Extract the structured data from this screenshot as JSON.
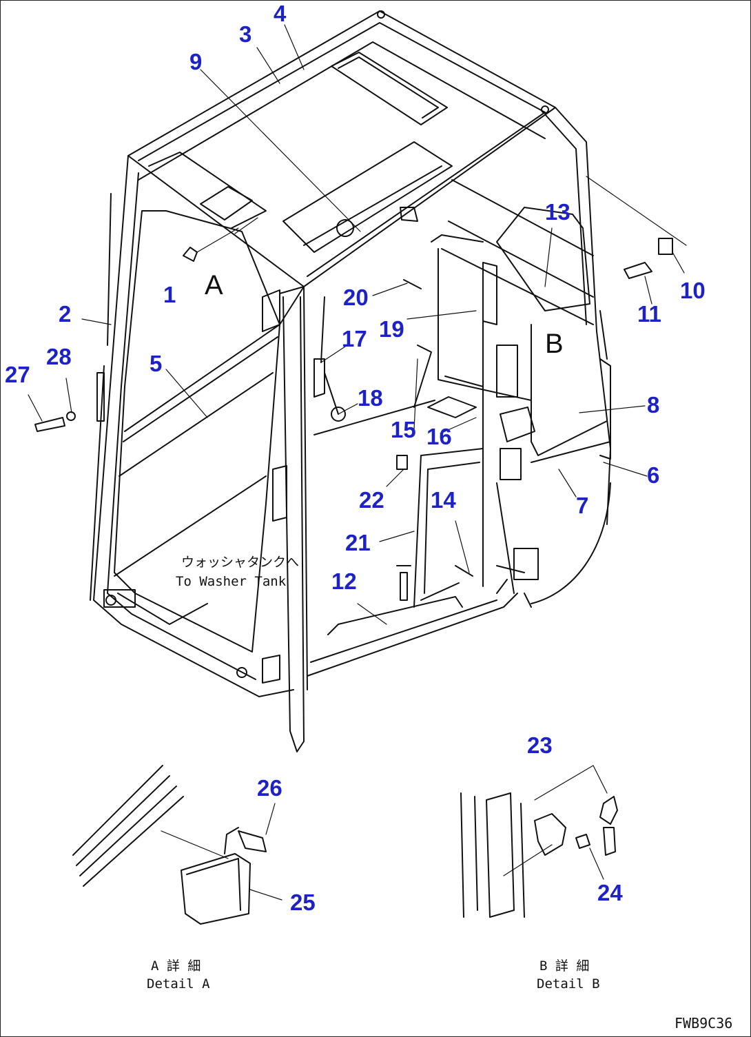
{
  "callouts": {
    "c1": "1",
    "c2": "2",
    "c3": "3",
    "c4": "4",
    "c5": "5",
    "c6": "6",
    "c7": "7",
    "c8": "8",
    "c9": "9",
    "c10": "10",
    "c11": "11",
    "c12": "12",
    "c13": "13",
    "c14": "14",
    "c15": "15",
    "c16": "16",
    "c17": "17",
    "c18": "18",
    "c19": "19",
    "c20": "20",
    "c21": "21",
    "c22": "22",
    "c23": "23",
    "c24": "24",
    "c25": "25",
    "c26": "26",
    "c27": "27",
    "c28": "28"
  },
  "view_letters": {
    "a": "A",
    "b": "B"
  },
  "washer_note": {
    "jp": "ウォッシャタンクへ",
    "en": "To Washer Tank"
  },
  "detail_a": {
    "jp": "A 詳 細",
    "en": "Detail A"
  },
  "detail_b": {
    "jp": "B 詳 細",
    "en": "Detail B"
  },
  "drawing_code": "FWB9C36",
  "colors": {
    "callout": "#1d21c8",
    "line": "#111111"
  }
}
